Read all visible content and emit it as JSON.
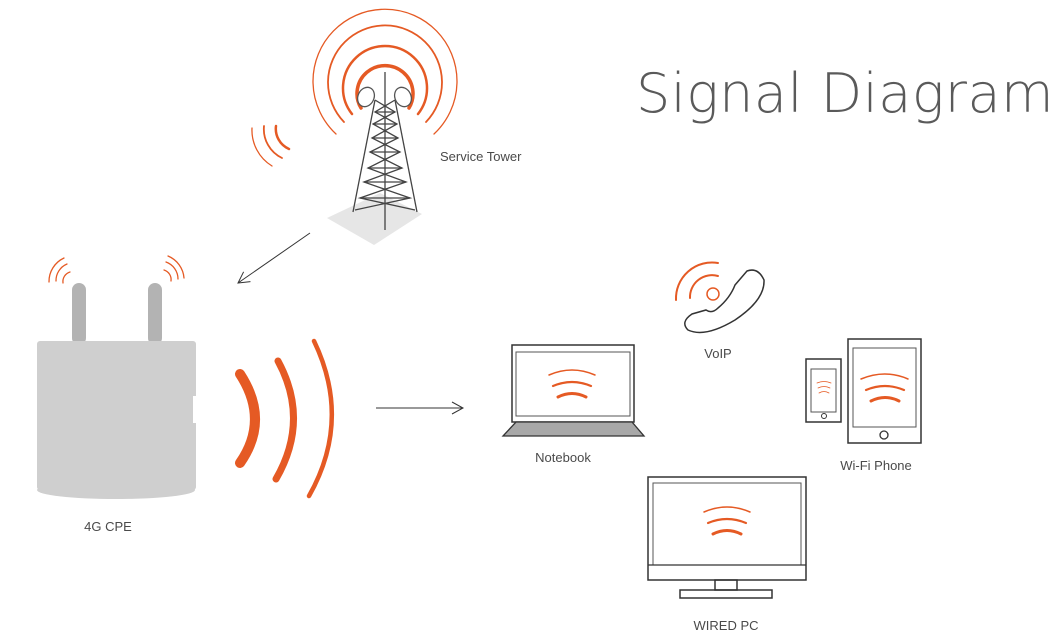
{
  "title": "Signal Diagram",
  "nodes": {
    "tower": {
      "label": "Service Tower",
      "icon": "cell-tower-icon"
    },
    "cpe": {
      "label": "4G CPE",
      "icon": "router-icon"
    },
    "notebook": {
      "label": "Notebook",
      "icon": "laptop-icon"
    },
    "voip": {
      "label": "VoIP",
      "icon": "phone-handset-icon"
    },
    "wifi_phone": {
      "label": "Wi-Fi Phone",
      "icon": "smartphone-tablet-icon"
    },
    "wired_pc": {
      "label": "WIRED PC",
      "icon": "monitor-icon"
    }
  },
  "edges": [
    {
      "from": "Service Tower",
      "to": "4G CPE"
    },
    {
      "from": "4G CPE",
      "to": "devices"
    }
  ],
  "colors": {
    "signal": "#e55a24",
    "device_gray": "#cfcfcf",
    "text": "#4a4a4a"
  }
}
